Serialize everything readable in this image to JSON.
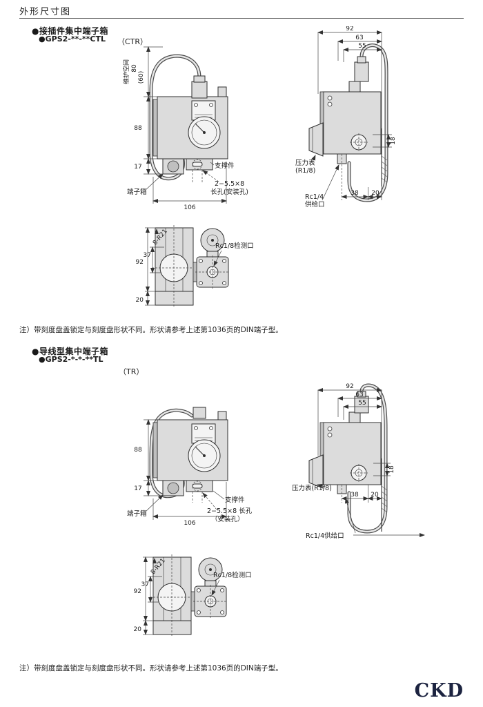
{
  "page": {
    "title": "外形尺寸图",
    "logo": "CKD"
  },
  "sec1": {
    "header": "●接插件集中端子箱",
    "model": "●GPS2-**-**CTL",
    "variant": "（CTR）",
    "note": "注）带刻度盘盖锁定与刻度盘形状不同。形状请参考上述第1036页的DIN端子型。",
    "front": {
      "maint": "维护空间",
      "d80": "80",
      "d60": "(60)",
      "d88": "88",
      "d17": "17",
      "d106": "106",
      "terminal": "端子箱",
      "support": "支撑件",
      "slot1": "2−5.5×8",
      "slot2": "长孔(安装孔)"
    },
    "side": {
      "d92": "92",
      "d63": "63",
      "d55": "55",
      "gauge1": "压力表",
      "gauge2": "(R1/8)",
      "d18": "18",
      "supply1": "Rc1/4",
      "supply2": "供给口",
      "d38": "38",
      "d20": "20"
    },
    "bottom": {
      "radius": "8-R21",
      "d92": "92",
      "d37": "37",
      "d20": "20",
      "port": "Rc1/8检测口"
    }
  },
  "sec2": {
    "header": "●导线型集中端子箱",
    "model": "●GPS2-*-*-**TL",
    "variant": "（TR）",
    "note": "注）带刻度盘盖锁定与刻度盘形状不同。形状请参考上述第1036页的DIN端子型。",
    "front": {
      "d88": "88",
      "d17": "17",
      "d106": "106",
      "terminal": "端子箱",
      "support": "支撑件",
      "slot1": "2−5.5×8 长孔",
      "slot2": "（安装孔）"
    },
    "side": {
      "d92": "92",
      "d63": "63",
      "d55": "55",
      "gauge": "压力表(R1/8)",
      "d18": "18",
      "d38": "38",
      "d20": "20",
      "supply": "Rc1/4供给口"
    },
    "bottom": {
      "radius": "8-R21",
      "d92": "92",
      "d37": "37",
      "d20": "20",
      "port": "Rc1/8检测口"
    }
  }
}
